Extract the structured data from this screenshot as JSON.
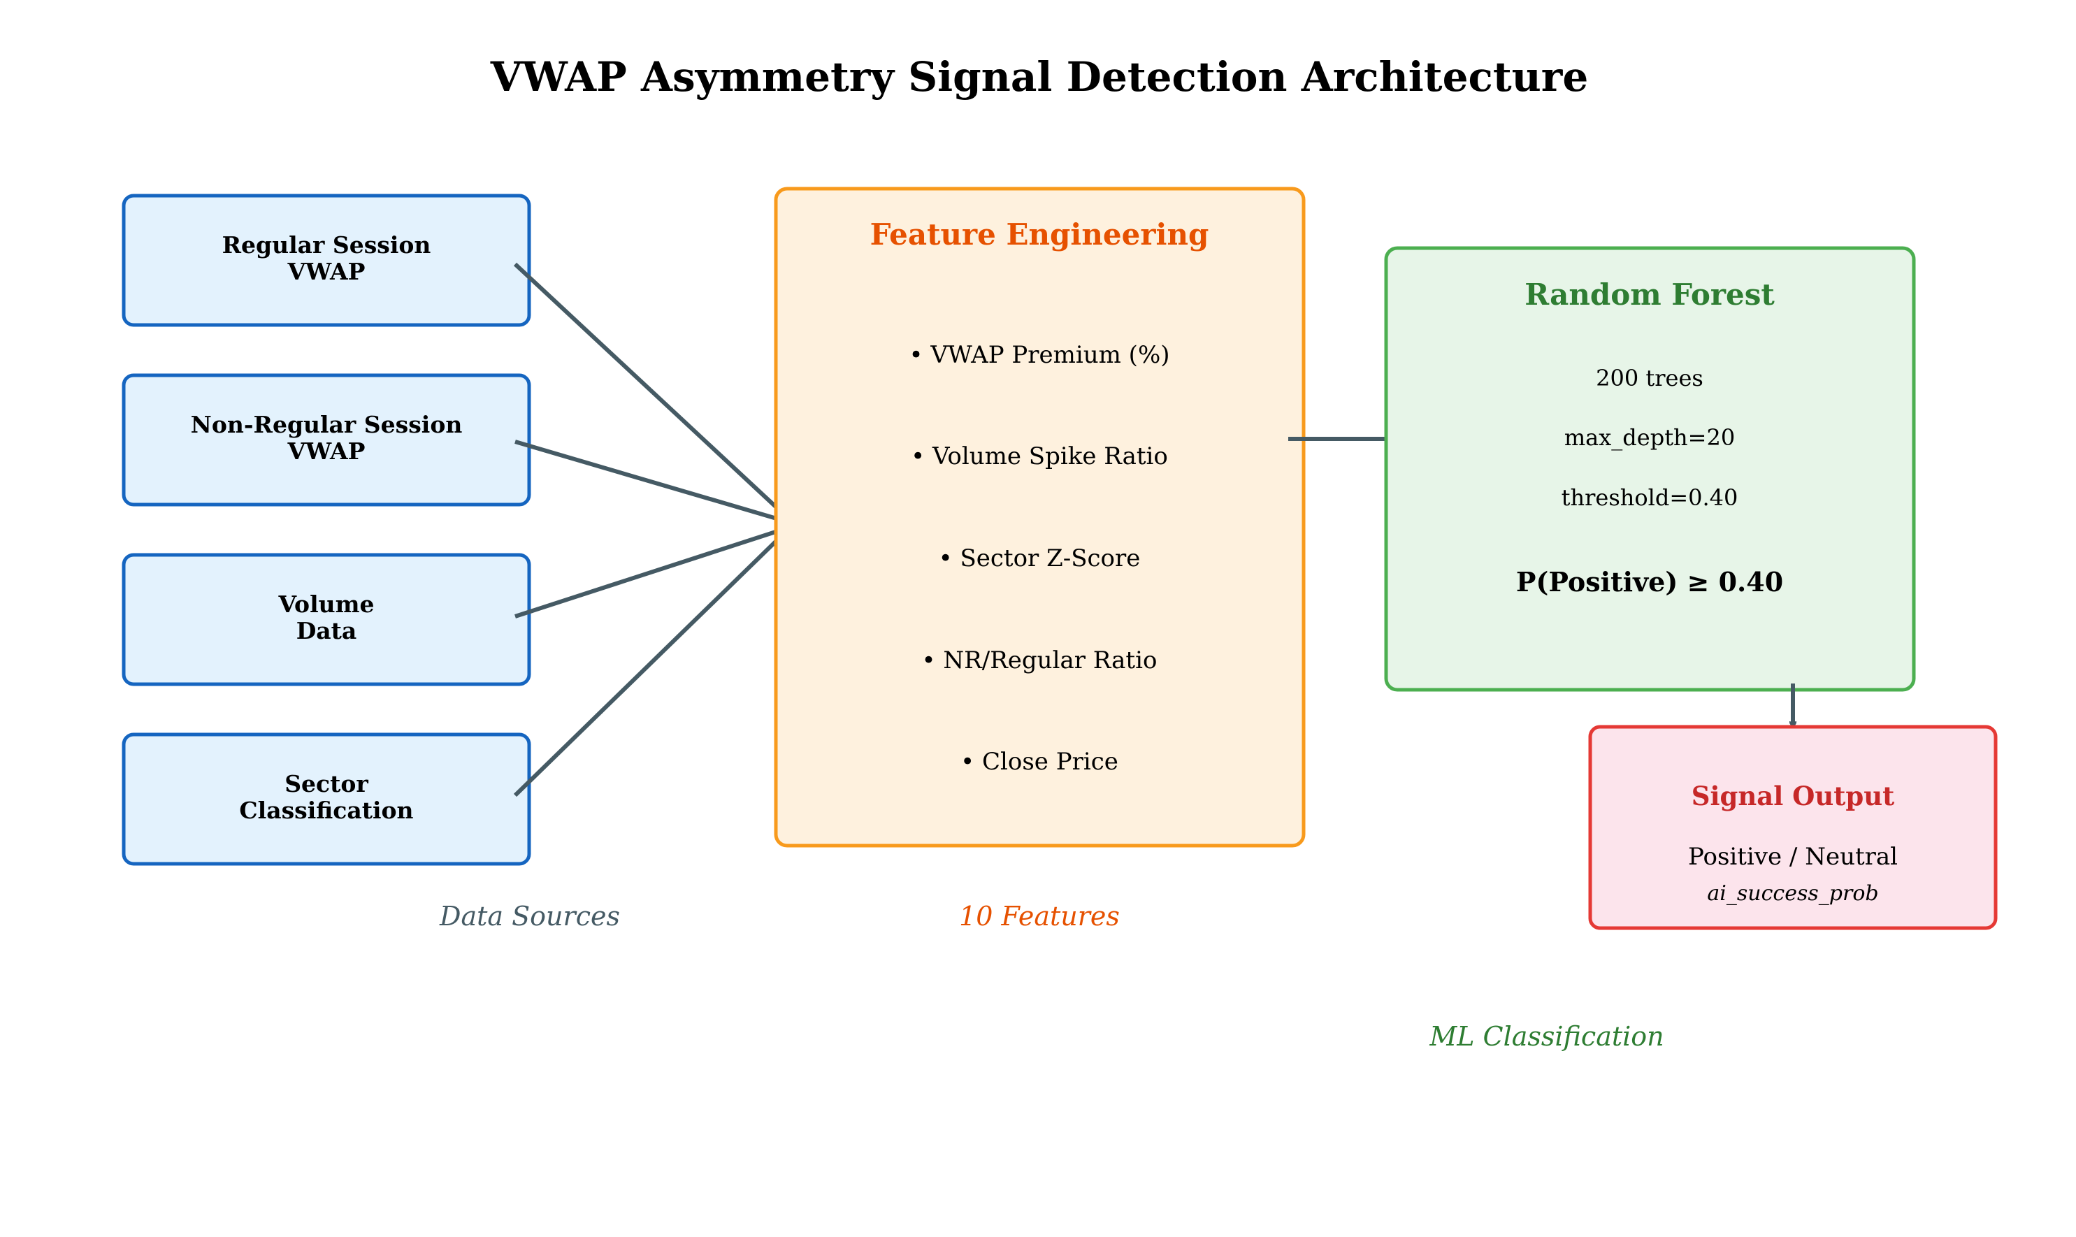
{
  "title": "VWAP Asymmetry Signal Detection Architecture",
  "sources": [
    {
      "line1": "Regular Session",
      "line2": "VWAP"
    },
    {
      "line1": "Non-Regular Session",
      "line2": "VWAP"
    },
    {
      "line1": "Volume",
      "line2": "Data"
    },
    {
      "line1": "Sector",
      "line2": "Classification"
    }
  ],
  "features": {
    "title": "Feature Engineering",
    "items": [
      "• VWAP Premium (%)",
      "• Volume Spike Ratio",
      "• Sector Z-Score",
      "• NR/Regular Ratio",
      "• Close Price"
    ]
  },
  "model": {
    "title": "Random Forest",
    "params": [
      "200 trees",
      "max_depth=20",
      "threshold=0.40"
    ],
    "rule": "P(Positive) ≥ 0.40"
  },
  "output": {
    "title": "Signal Output",
    "classes": "Positive / Neutral",
    "prob": "ai_success_prob"
  },
  "captions": {
    "sources": "Data Sources",
    "features": "10 Features",
    "model": "ML Classification"
  },
  "colors": {
    "source_border": "#1565c0",
    "source_fill": "#e3f2fd",
    "feature_border": "#f89a1c",
    "feature_fill": "#fef1de",
    "model_border": "#4caf50",
    "model_fill": "#e7f5e8",
    "output_border": "#e53935",
    "output_fill": "#fce4ec",
    "arrow": "#455a64"
  }
}
